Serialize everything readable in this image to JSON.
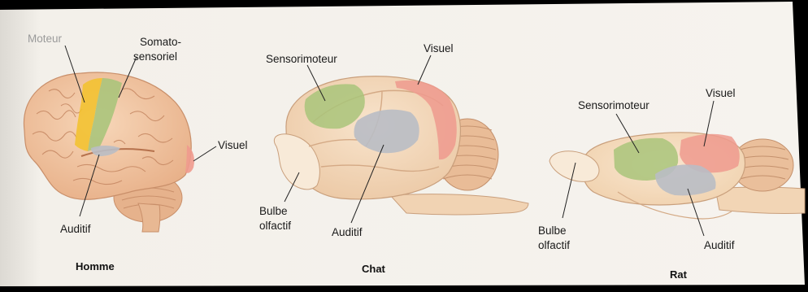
{
  "figure": {
    "human": {
      "caption": "Homme",
      "labels": {
        "motor": "Moteur",
        "somato_line1": "Somato-",
        "somato_line2": "sensoriel",
        "visual": "Visuel",
        "auditory": "Auditif"
      }
    },
    "cat": {
      "caption": "Chat",
      "labels": {
        "sensorimotor": "Sensorimoteur",
        "visual": "Visuel",
        "olfactory_line1": "Bulbe",
        "olfactory_line2": "olfactif",
        "auditory": "Auditif"
      }
    },
    "rat": {
      "caption": "Rat",
      "labels": {
        "sensorimotor": "Sensorimoteur",
        "visual": "Visuel",
        "olfactory_line1": "Bulbe",
        "olfactory_line2": "olfactif",
        "auditory": "Auditif"
      }
    },
    "colors": {
      "background": "#f2efe9",
      "brain": "#f2c8a5",
      "motor": "#f3c22e",
      "somatosensory": "#a9c47a",
      "visual": "#ef9a8e",
      "auditory": "#b9bcc4"
    }
  }
}
